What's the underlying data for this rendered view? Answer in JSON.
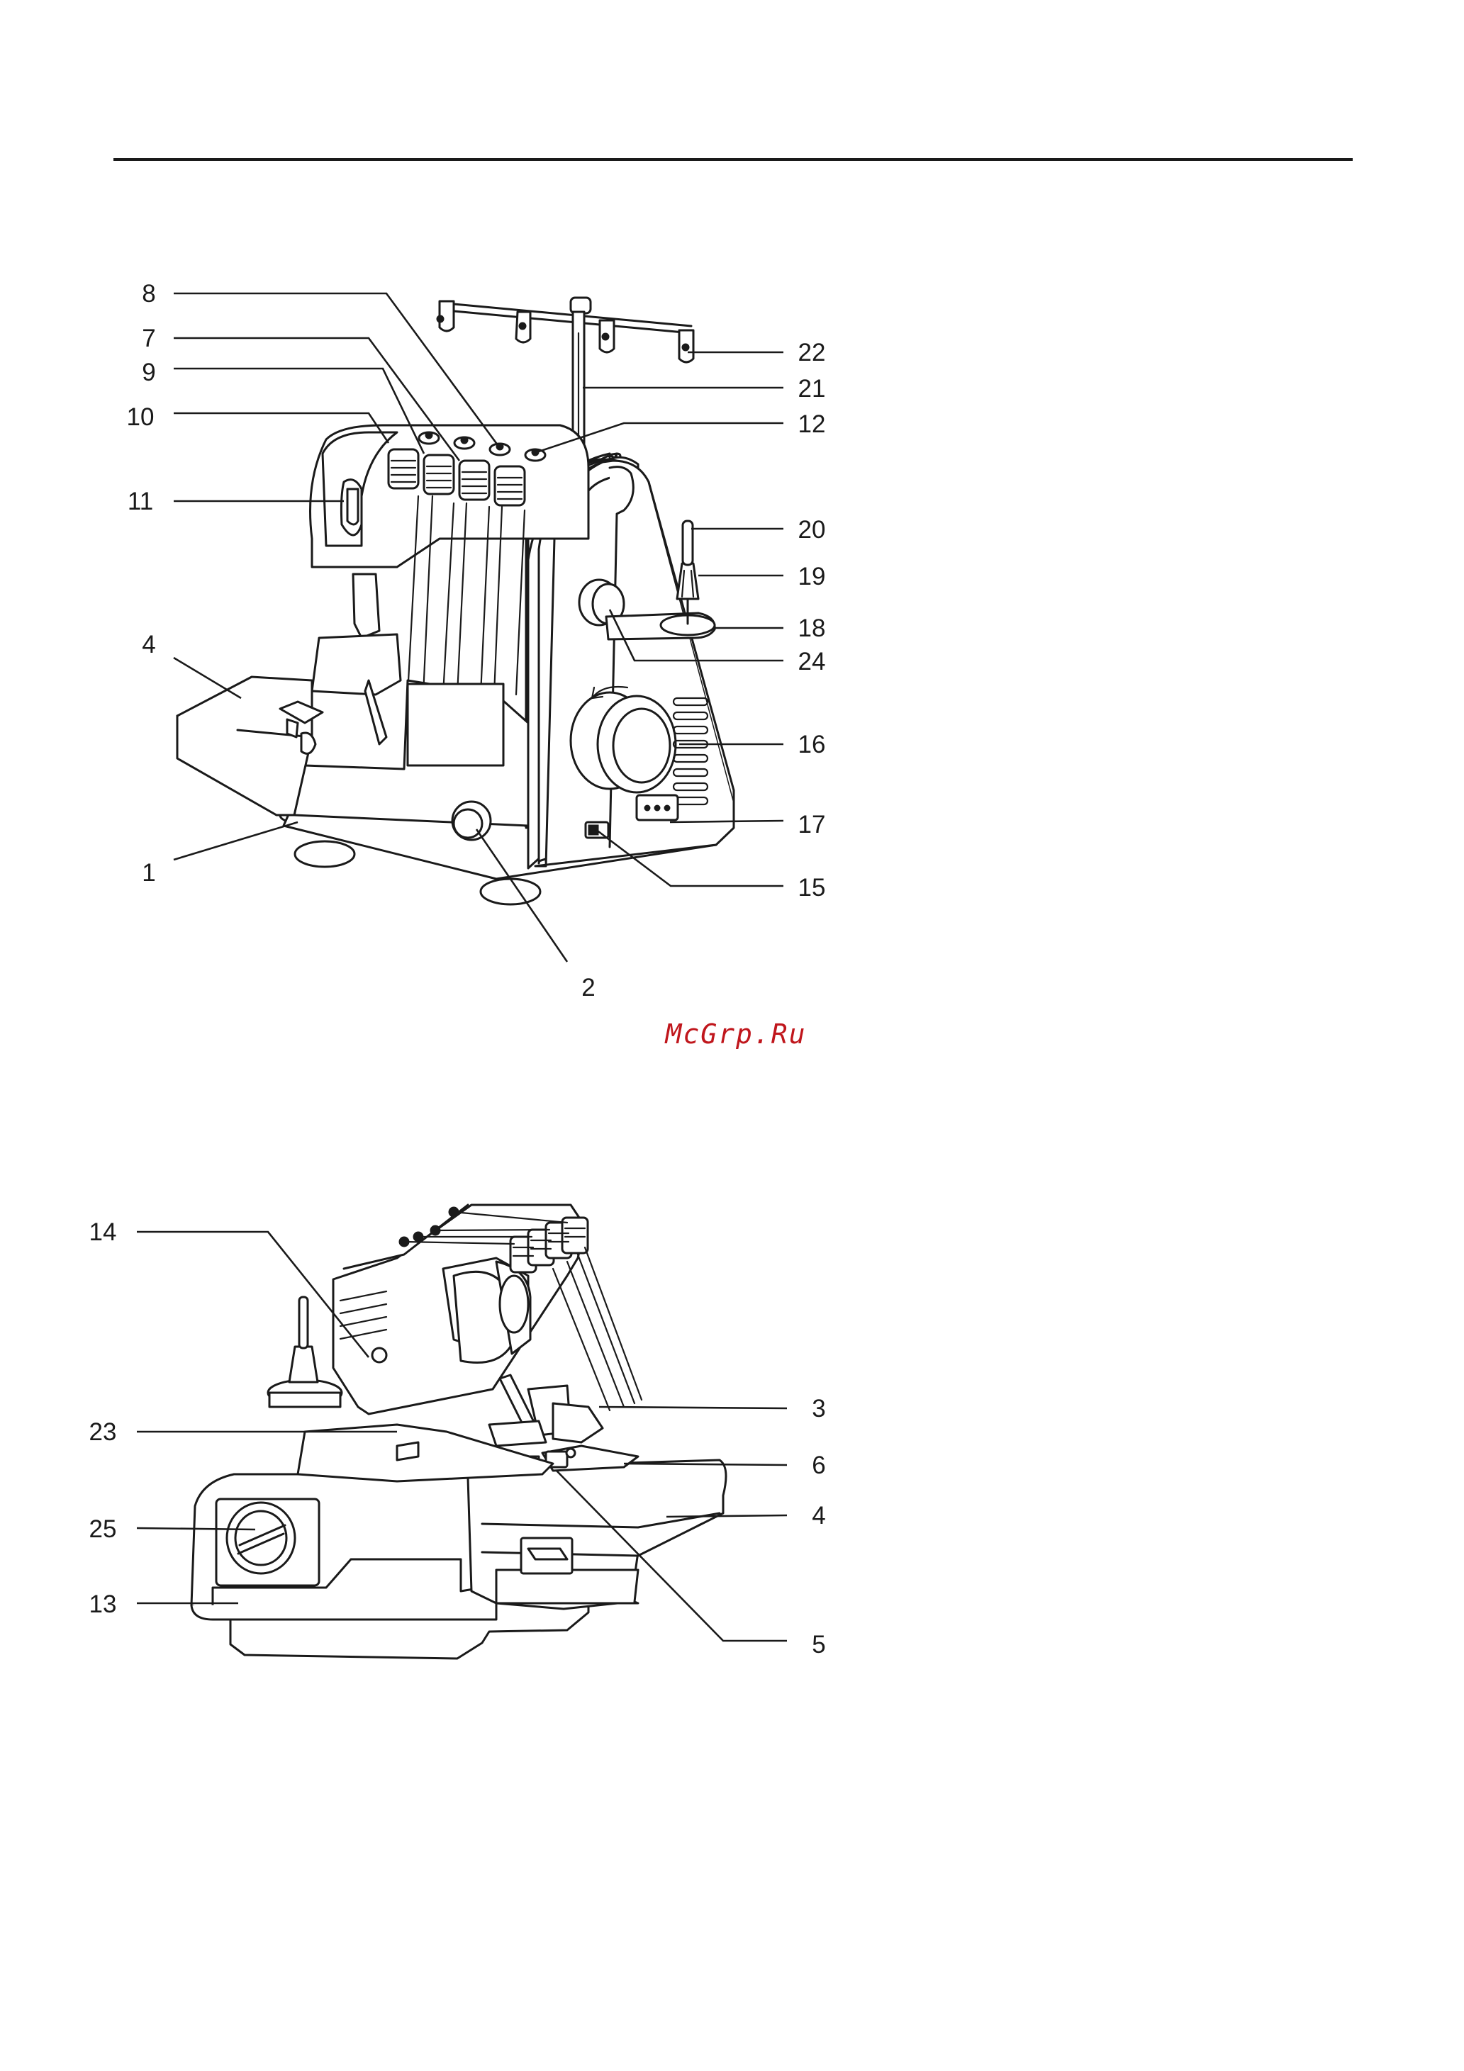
{
  "watermark": "McGrp.Ru",
  "figure_top": {
    "callouts": [
      {
        "id": "c8",
        "text": "8"
      },
      {
        "id": "c7",
        "text": "7"
      },
      {
        "id": "c9",
        "text": "9"
      },
      {
        "id": "c10",
        "text": "10"
      },
      {
        "id": "c11",
        "text": "11"
      },
      {
        "id": "c4",
        "text": "4"
      },
      {
        "id": "c1",
        "text": "1"
      },
      {
        "id": "c2",
        "text": "2"
      },
      {
        "id": "c22",
        "text": "22"
      },
      {
        "id": "c21",
        "text": "21"
      },
      {
        "id": "c12",
        "text": "12"
      },
      {
        "id": "c20",
        "text": "20"
      },
      {
        "id": "c19",
        "text": "19"
      },
      {
        "id": "c18",
        "text": "18"
      },
      {
        "id": "c24",
        "text": "24"
      },
      {
        "id": "c16",
        "text": "16"
      },
      {
        "id": "c17",
        "text": "17"
      },
      {
        "id": "c15",
        "text": "15"
      }
    ]
  },
  "figure_bottom": {
    "callouts": [
      {
        "id": "c14",
        "text": "14"
      },
      {
        "id": "c23",
        "text": "23"
      },
      {
        "id": "c25",
        "text": "25"
      },
      {
        "id": "c13",
        "text": "13"
      },
      {
        "id": "c3",
        "text": "3"
      },
      {
        "id": "c6",
        "text": "6"
      },
      {
        "id": "c4b",
        "text": "4"
      },
      {
        "id": "c5",
        "text": "5"
      }
    ]
  }
}
